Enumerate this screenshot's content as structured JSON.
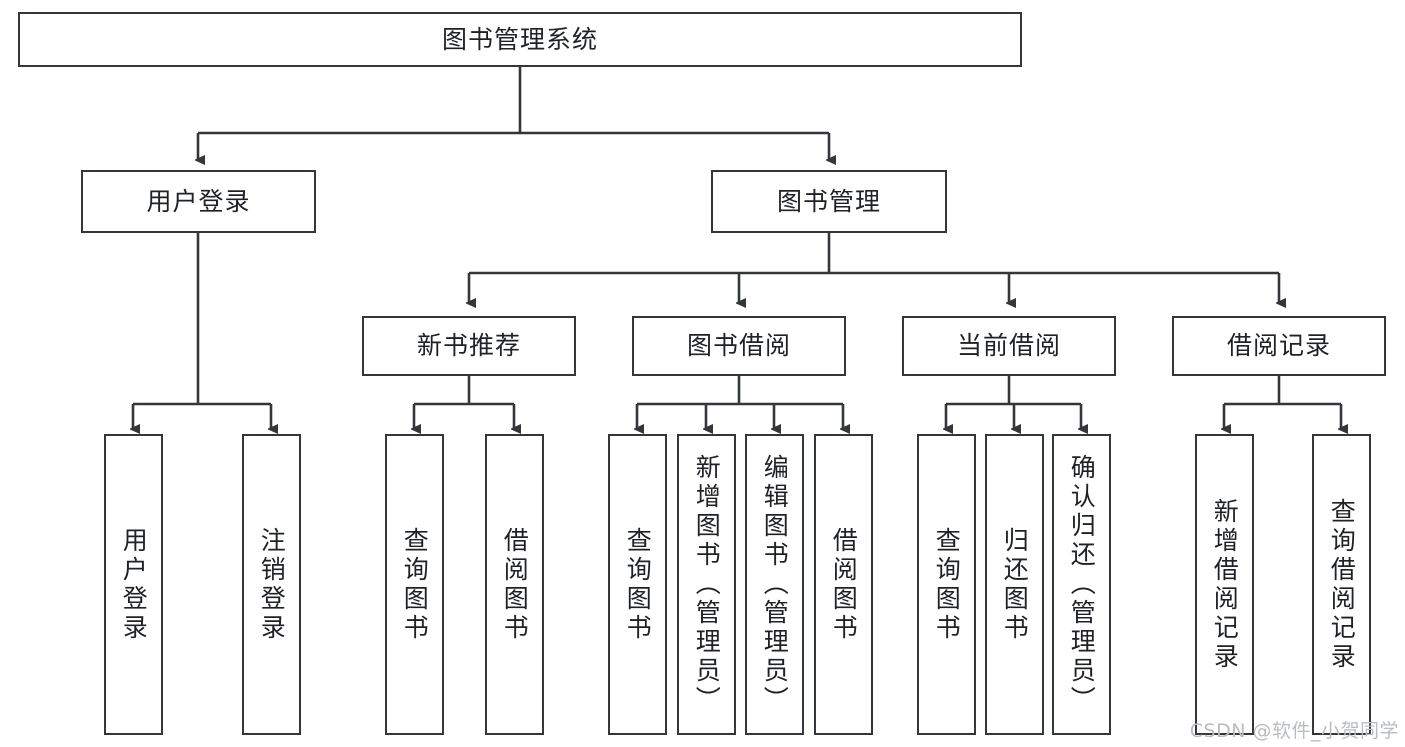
{
  "diagram": {
    "type": "tree",
    "title": "图书管理系统",
    "root": {
      "label": "图书管理系统"
    },
    "level2": [
      {
        "label": "用户登录"
      },
      {
        "label": "图书管理"
      }
    ],
    "level3": [
      {
        "label": "新书推荐"
      },
      {
        "label": "图书借阅"
      },
      {
        "label": "当前借阅"
      },
      {
        "label": "借阅记录"
      }
    ],
    "leaves": {
      "user_login": [
        {
          "label": "用户登录"
        },
        {
          "label": "注销登录"
        }
      ],
      "new_book_recommend": [
        {
          "label": "查询图书"
        },
        {
          "label": "借阅图书"
        }
      ],
      "book_borrow": [
        {
          "label": "查询图书"
        },
        {
          "label": "新增图书（管理员）"
        },
        {
          "label": "编辑图书（管理员）"
        },
        {
          "label": "借阅图书"
        }
      ],
      "current_borrow": [
        {
          "label": "查询图书"
        },
        {
          "label": "归还图书"
        },
        {
          "label": "确认归还（管理员）"
        }
      ],
      "borrow_record": [
        {
          "label": "新增借阅记录"
        },
        {
          "label": "查询借阅记录"
        }
      ]
    }
  },
  "watermark": {
    "text": "CSDN @软件_小贺同学"
  },
  "colors": {
    "stroke": "#33373b",
    "background": "#ffffff",
    "text": "#1e2226",
    "watermark": "#b9bcc0"
  }
}
